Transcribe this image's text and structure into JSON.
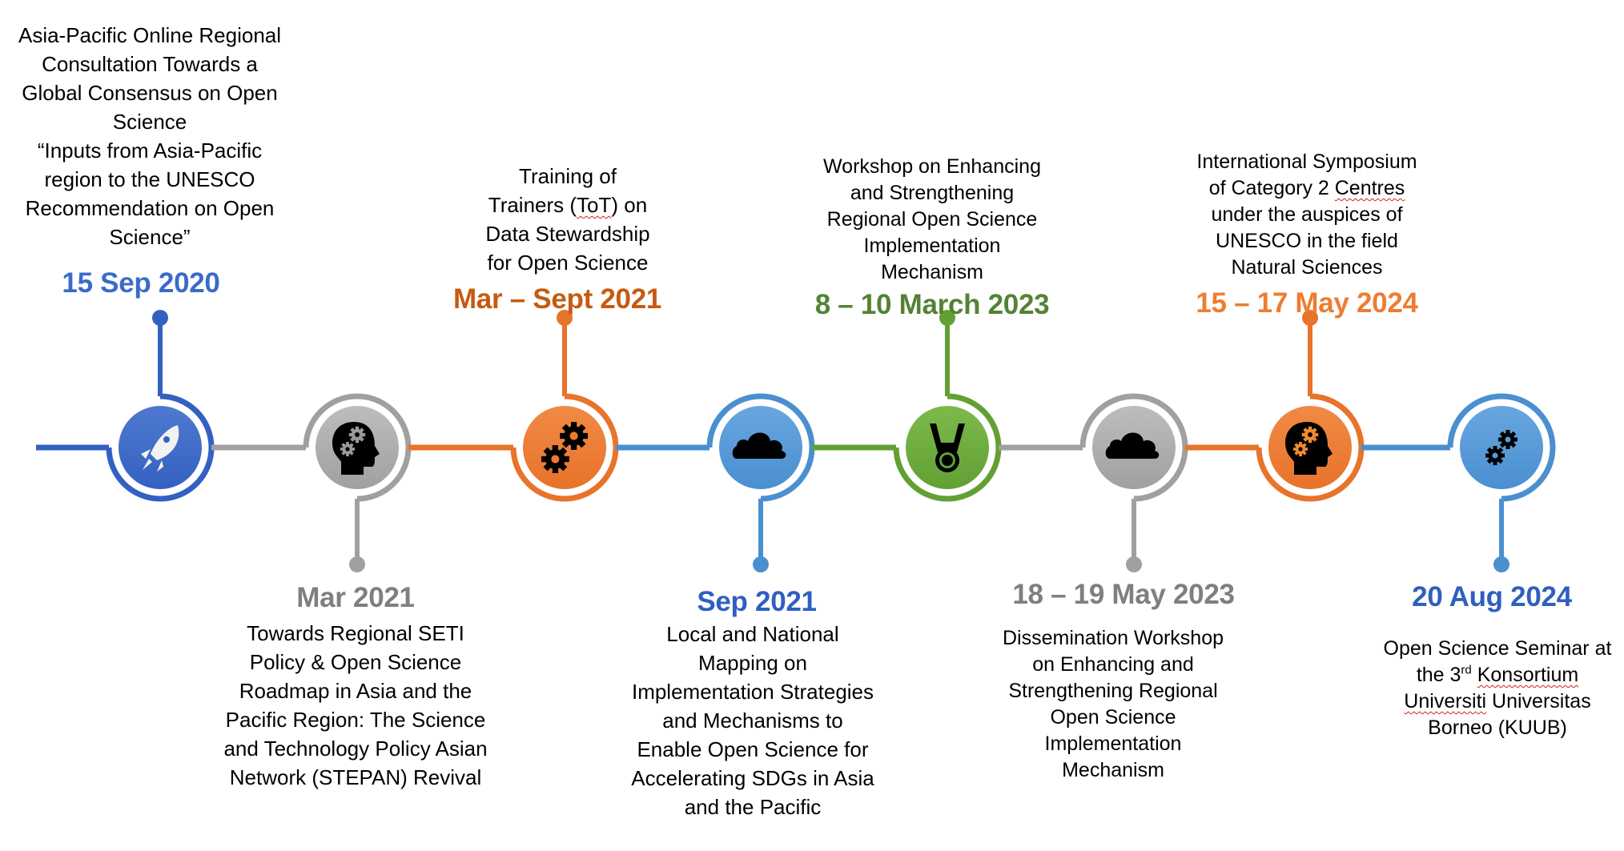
{
  "events": [
    {
      "date": "15 Sep 2020",
      "date_color": "#3a6bc9",
      "color": "#3461c1",
      "light": "#4f79d0",
      "icon": "rocket-icon",
      "lines": [
        "Asia-Pacific Online Regional",
        "Consultation Towards a",
        "Global Consensus on Open",
        "Science",
        "“Inputs from Asia-Pacific",
        "region to the UNESCO",
        "Recommendation on Open",
        "Science”"
      ]
    },
    {
      "date": "Mar 2021",
      "date_color": "#7f7f7f",
      "color": "#a0a0a0",
      "light": "#bdbdbd",
      "icon": "head-gears-icon",
      "lines": [
        "Towards Regional SETI",
        "Policy & Open Science",
        "Roadmap in Asia and the",
        "Pacific Region: The Science",
        "and Technology Policy Asian",
        "Network (STEPAN) Revival"
      ]
    },
    {
      "date": "Mar – Sept 2021",
      "date_color": "#c55a11",
      "color": "#e8732a",
      "light": "#f08a45",
      "icon": "gears-icon",
      "lines": [
        "Training of",
        "Trainers (",
        "ToT",
        ") on",
        "Data Stewardship",
        "for Open Science"
      ]
    },
    {
      "date": "Sep 2021",
      "date_color": "#2f5fbf",
      "color": "#4a8fd0",
      "light": "#68a6e0",
      "icon": "cloud-icon",
      "lines": [
        "Local and National",
        "Mapping on",
        "Implementation Strategies",
        "and Mechanisms to",
        "Enable Open Science for",
        "Accelerating SDGs in Asia",
        "and the Pacific"
      ]
    },
    {
      "date": "8 – 10 March 2023",
      "date_color": "#548235",
      "color": "#62a034",
      "light": "#7cba4c",
      "icon": "medal-icon",
      "lines": [
        "Workshop on Enhancing",
        "and Strengthening",
        "Regional Open Science",
        "Implementation",
        "Mechanism"
      ]
    },
    {
      "date": "18 – 19 May 2023",
      "date_color": "#7f7f7f",
      "color": "#a0a0a0",
      "light": "#bdbdbd",
      "icon": "cloud-icon",
      "lines": [
        "Dissemination Workshop",
        "on Enhancing and",
        "Strengthening Regional",
        "Open Science",
        "Implementation",
        "Mechanism"
      ]
    },
    {
      "date": "15 – 17 May 2024",
      "date_color": "#ed7d31",
      "color": "#e8732a",
      "light": "#f08a45",
      "icon": "head-gears-icon",
      "lines": [
        "International Symposium",
        "of Category 2 ",
        "Centres",
        "under the auspices of",
        "UNESCO in the field",
        "Natural Sciences"
      ]
    },
    {
      "date": "20 Aug 2024",
      "date_color": "#2f5fbf",
      "color": "#4a8fd0",
      "light": "#68a6e0",
      "icon": "gears-icon",
      "lines": [
        "Open Science Seminar at",
        "the 3",
        "rd",
        " ",
        "Konsortium",
        "Universiti",
        " Universitas",
        "Borneo (KUUB)"
      ]
    }
  ]
}
